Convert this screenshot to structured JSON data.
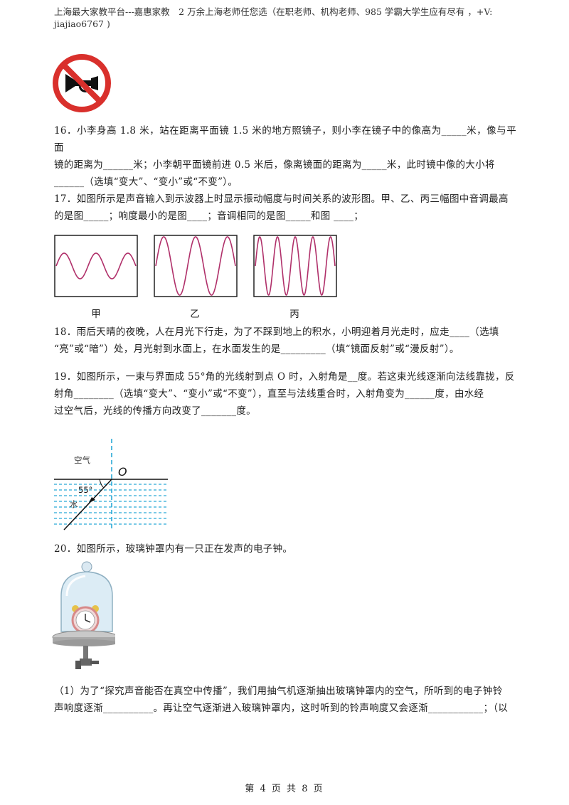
{
  "header": {
    "line1": "上海最大家教平台---嘉惠家教　2 万余上海老师任您选（在职老师、机构老师、985 学霸大学生应有尽有 ，+V:",
    "line2": "jiajiao6767 )"
  },
  "q16": {
    "line1": "16．小李身高 1.8 米，站在距离平面镜 1.5 米的地方照镜子，则小李在镜子中的像高为_____米，像与平面",
    "line2": "镜的距离为______米；小李朝平面镜前进 0.5 米后，像离镜面的距离为_____米，此时镜中像的大小将",
    "line3": "______（选填“变大”、“变小”或“不变”）。"
  },
  "q17": {
    "line1": "17．如图所示是声音输入到示波器上时显示振动幅度与时间关系的波形图。甲、乙、丙三幅图中音调最高",
    "line2": "的是图_____；响度最小的是图____；音调相同的是图_____和图 ____；",
    "captions": [
      "甲",
      "乙",
      "丙"
    ]
  },
  "q18": {
    "line1": "18．雨后天晴的夜晚，人在月光下行走，为了不踩到地上的积水，小明迎着月光走时，应走____（选填",
    "line2": "“亮”或“暗”）处，月光射到水面上，在水面发生的是_________（填“镜面反射”或“漫反射”）。"
  },
  "q19": {
    "line1": "19．如图所示，一束与界面成 55°角的光线射到点 O 时，入射角是__度。若这束光线逐渐向法线靠拢，反",
    "line2": "射角________（选填“变大”、“变小”或“不变”），直至与法线重合时，入射角变为______度，由水经",
    "line3": "过空气后，光线的传播方向改变了_______度。",
    "fig": {
      "air": "空气",
      "water": "水",
      "point": "O",
      "angle": "55°"
    }
  },
  "q20": {
    "line1": "20．如图所示，玻璃钟罩内有一只正在发声的电子钟。",
    "sub1_line1": "（1）为了“探究声音能否在真空中传播”，我们用抽气机逐渐抽出玻璃钟罩内的空气，所听到的电子钟铃",
    "sub1_line2": "声响度逐渐__________。再让空气逐渐进入玻璃钟罩内，这时听到的铃声响度又会逐渐___________；（以"
  },
  "footer": {
    "page": "第 4 页 共 8 页"
  },
  "colors": {
    "sign_red": "#d9302c",
    "wave": "#b0306a",
    "water_line": "#29a9d6"
  }
}
